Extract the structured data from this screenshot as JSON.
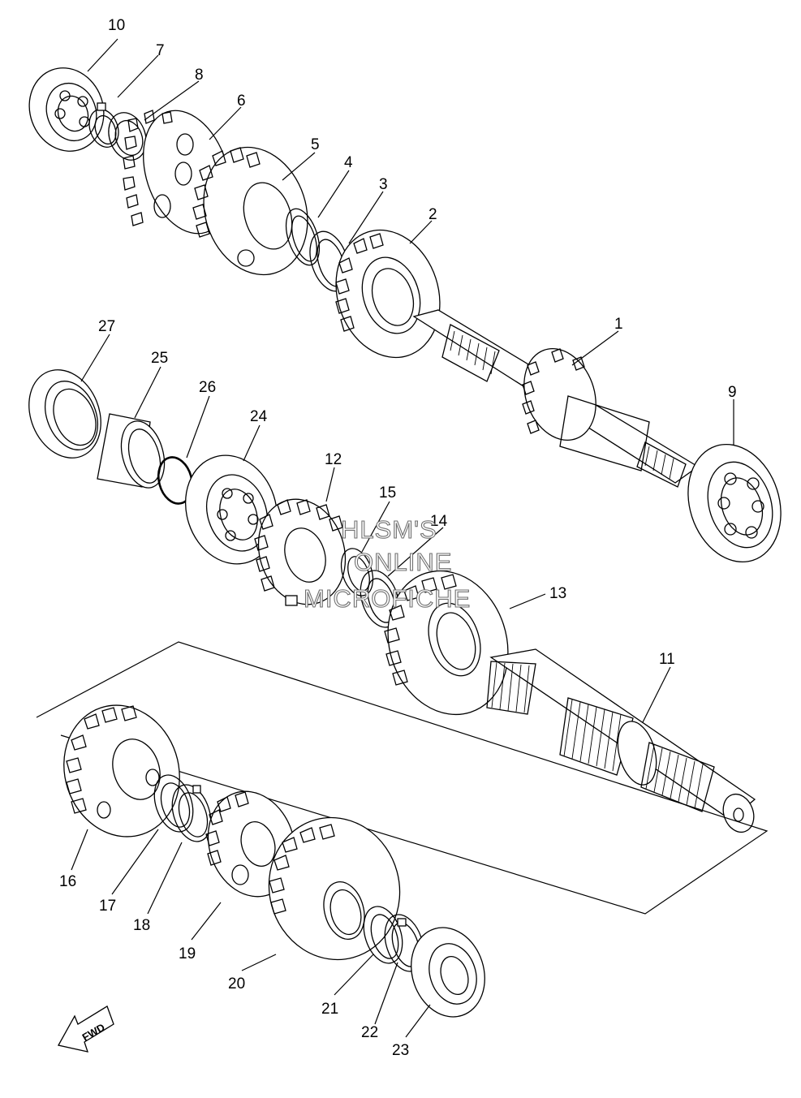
{
  "diagram": {
    "callouts": [
      "1",
      "2",
      "3",
      "4",
      "5",
      "6",
      "7",
      "8",
      "9",
      "10",
      "11",
      "12",
      "13",
      "14",
      "15",
      "16",
      "17",
      "18",
      "19",
      "20",
      "21",
      "22",
      "23",
      "24",
      "25",
      "26",
      "27"
    ],
    "watermark": [
      "HLSM'S",
      "ONLINE",
      "MICROFICHE"
    ],
    "direction_label": "FWD"
  }
}
